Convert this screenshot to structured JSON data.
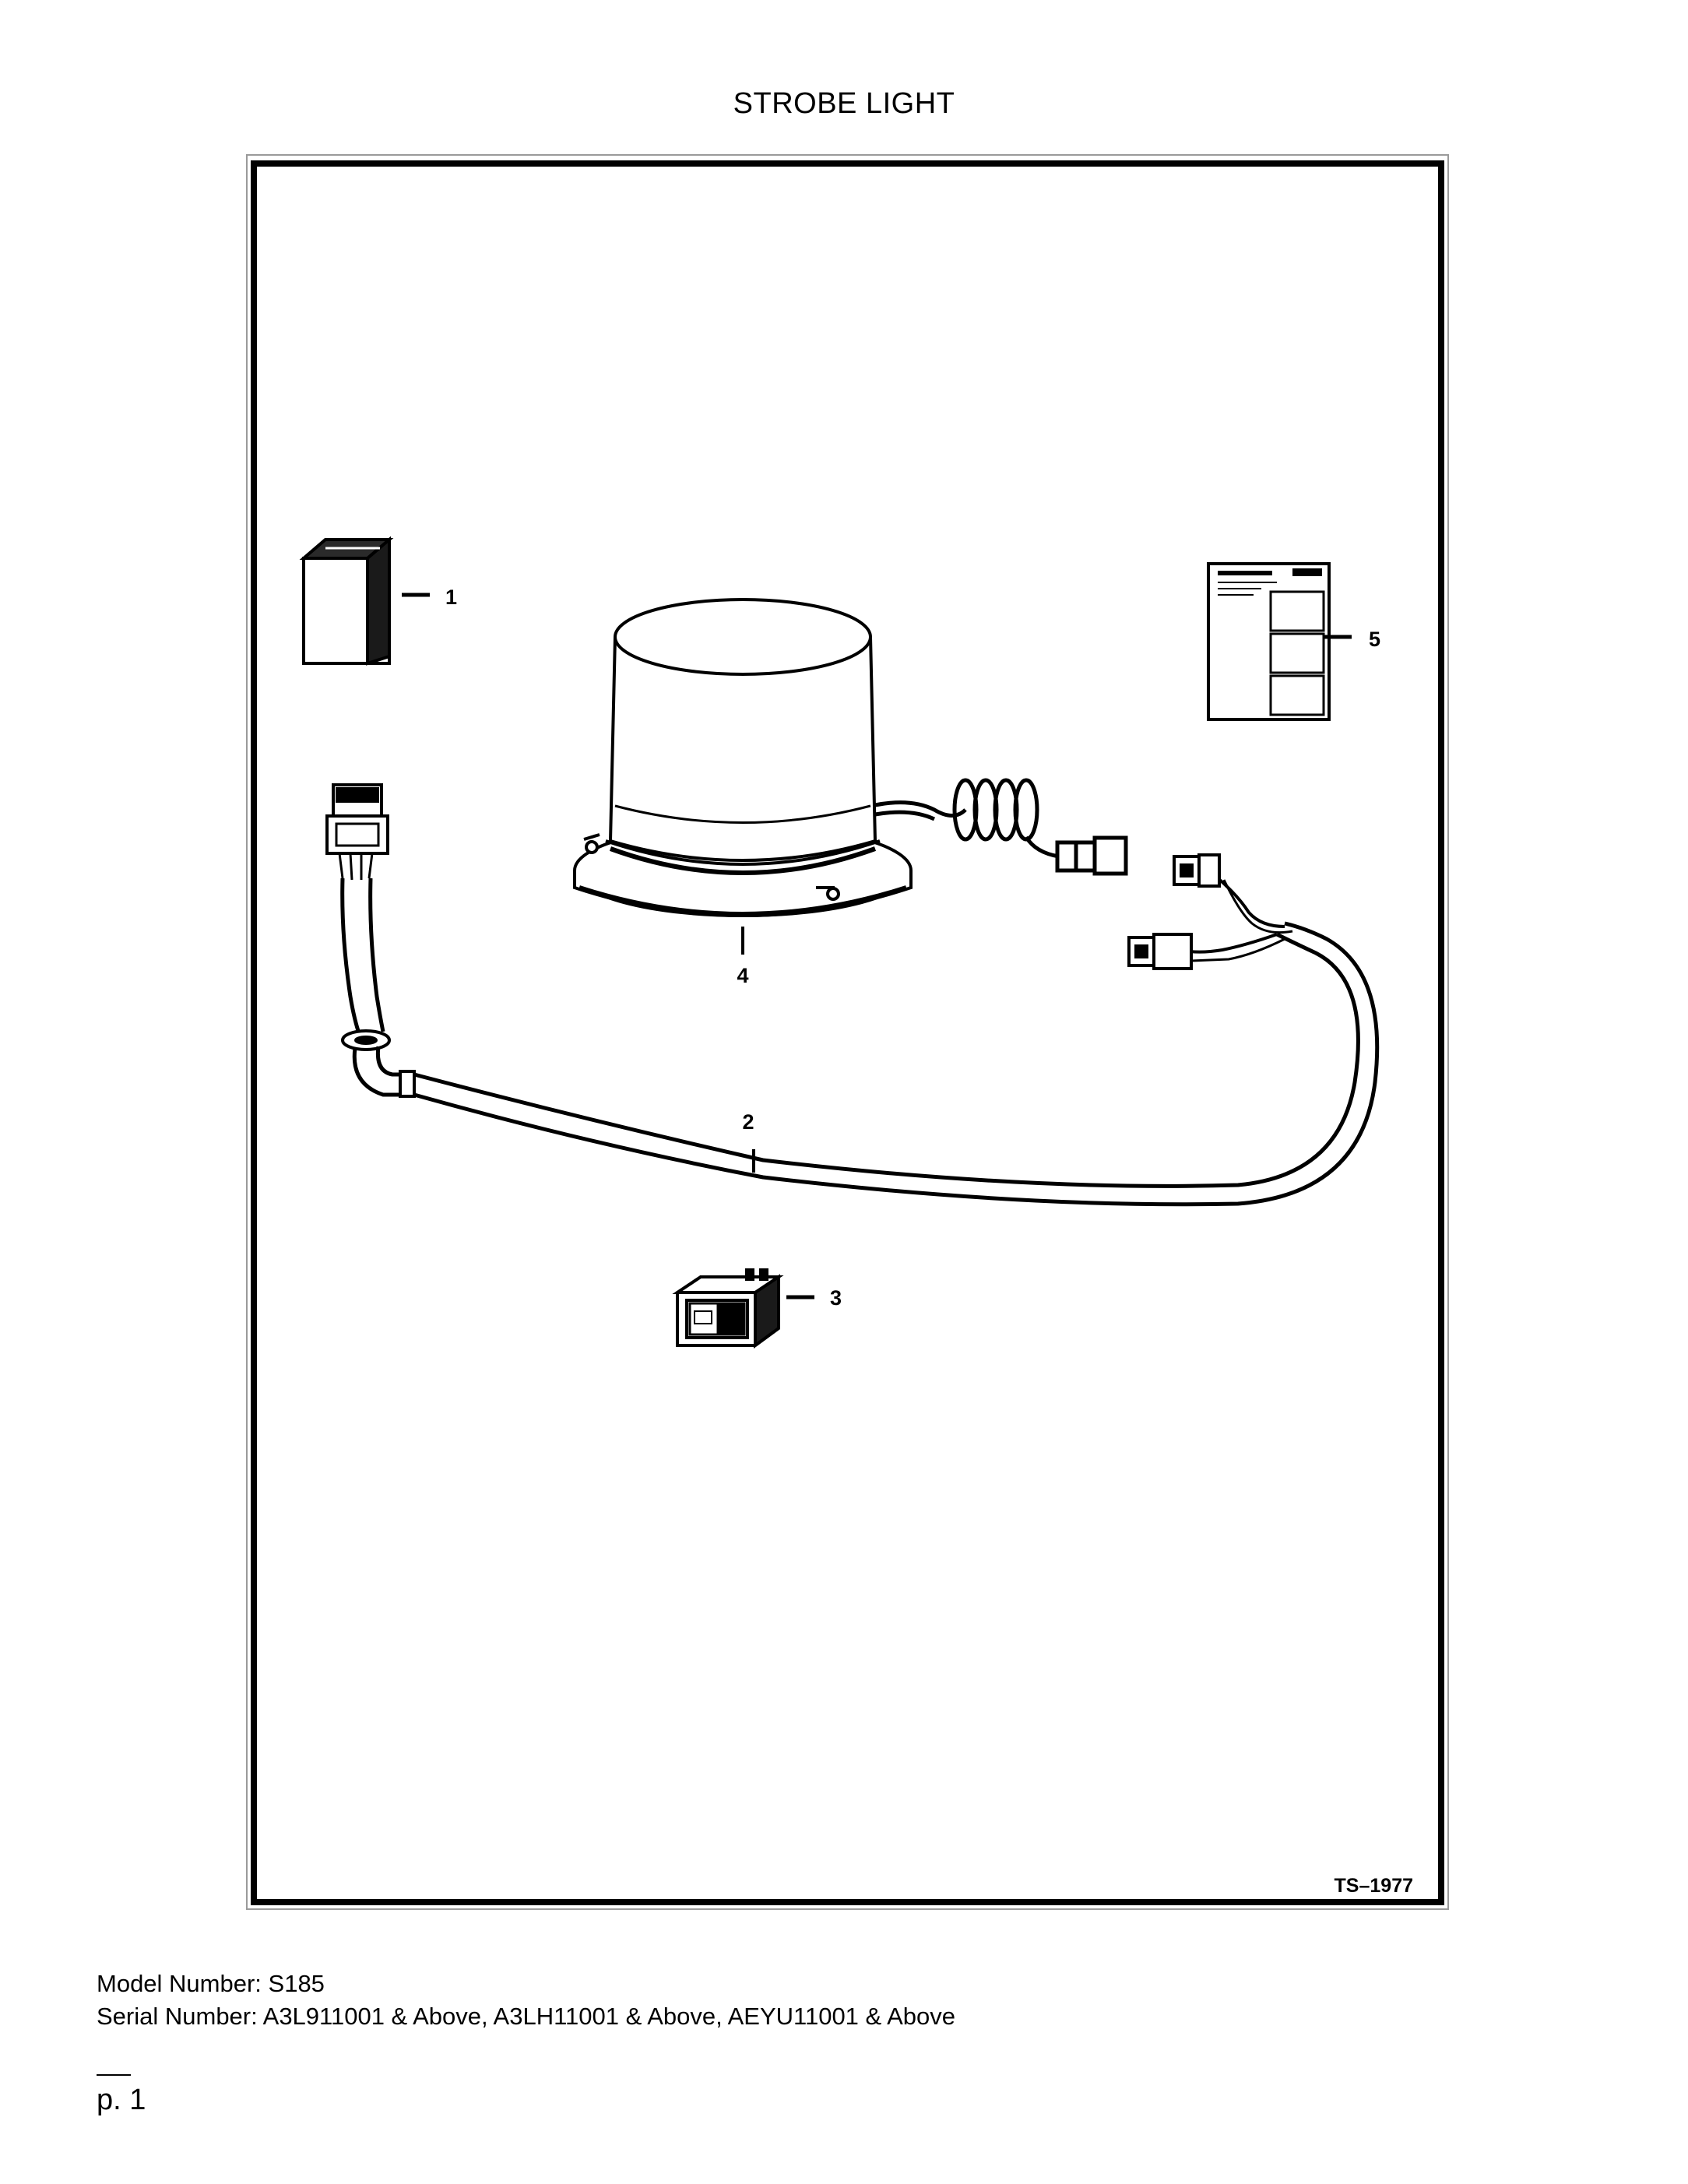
{
  "document": {
    "title": "STROBE LIGHT",
    "drawing_number": "TS–1977",
    "model_line": "Model Number: S185",
    "serial_line": "Serial Number: A3L911001 & Above, A3LH11001 & Above, AEYU11001 & Above",
    "page_label": "p. 1"
  },
  "callouts": [
    {
      "id": "1",
      "part": "relay-module"
    },
    {
      "id": "2",
      "part": "wiring-harness"
    },
    {
      "id": "3",
      "part": "rocker-switch"
    },
    {
      "id": "4",
      "part": "strobe-beacon"
    },
    {
      "id": "5",
      "part": "instruction-sheet"
    }
  ]
}
